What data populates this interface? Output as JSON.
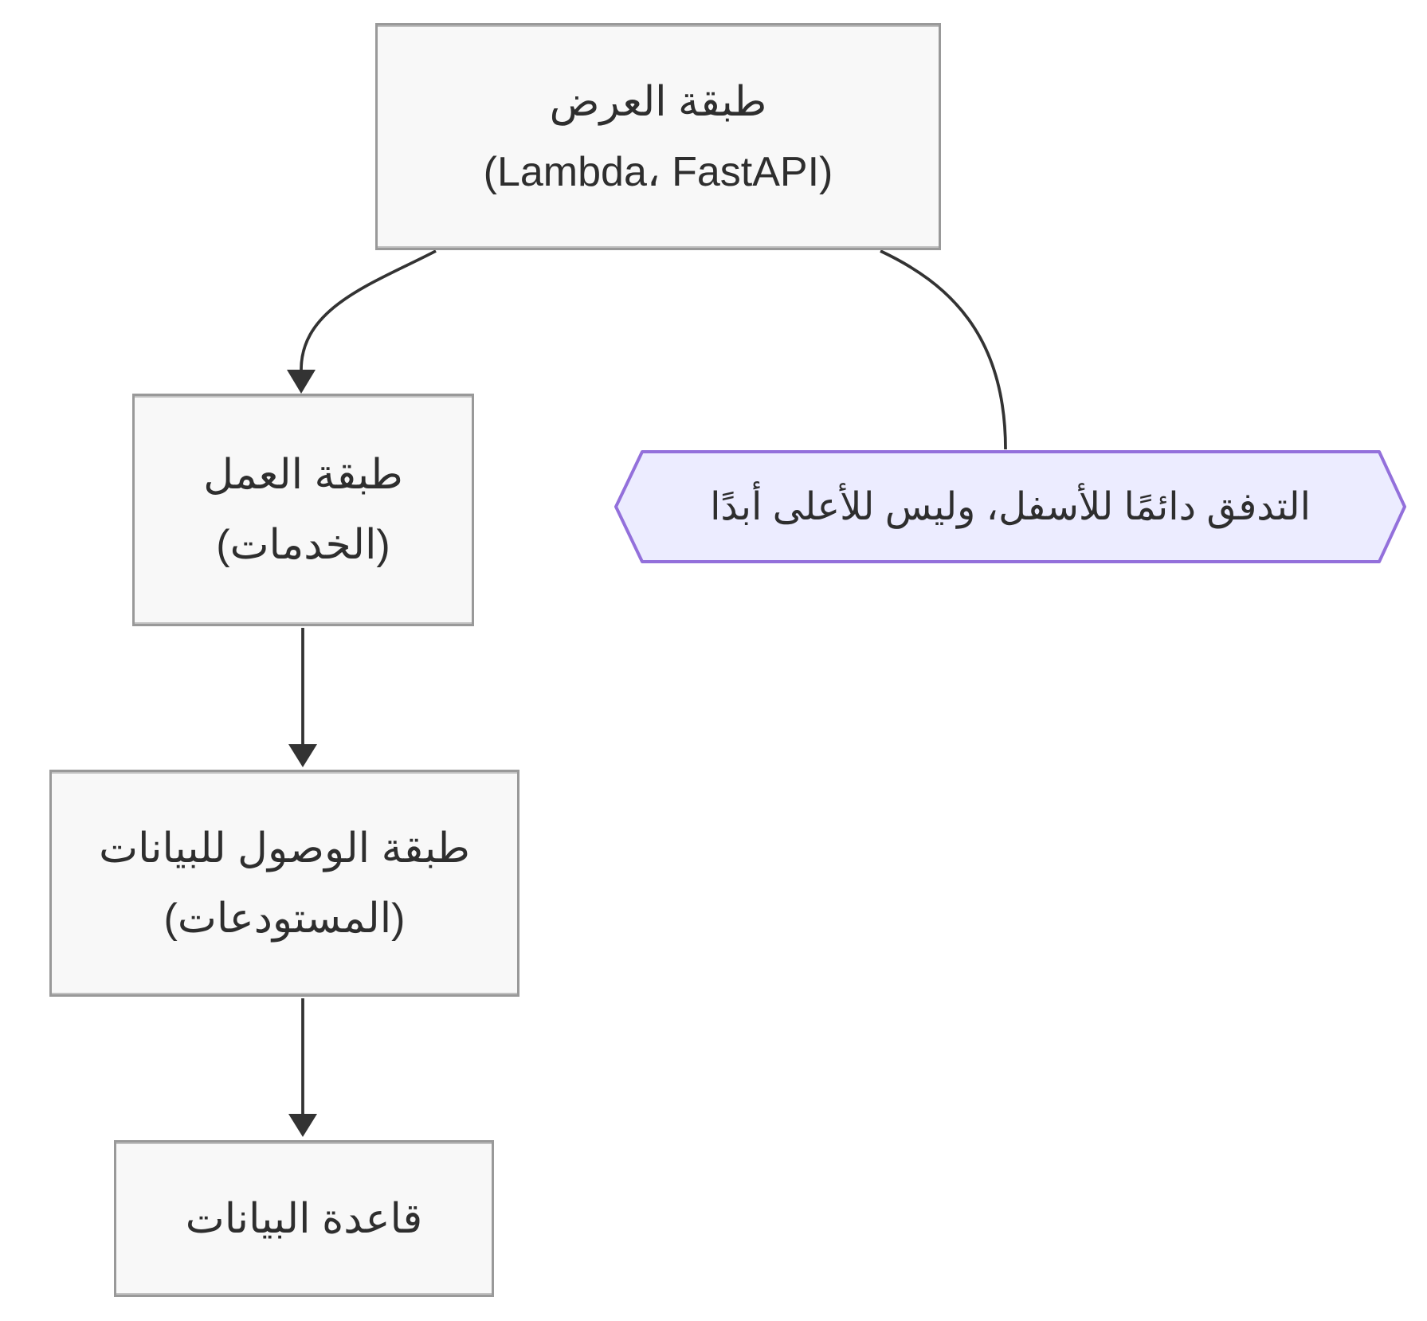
{
  "diagram": {
    "direction": "rtl",
    "nodes": [
      {
        "id": "presentation",
        "lines": [
          "طبقة العرض",
          "(Lambda، FastAPI)"
        ]
      },
      {
        "id": "business",
        "lines": [
          "طبقة العمل",
          "(الخدمات)"
        ]
      },
      {
        "id": "data-access",
        "lines": [
          "طبقة الوصول للبيانات",
          "(المستودعات)"
        ]
      },
      {
        "id": "database",
        "lines": [
          "قاعدة البيانات"
        ]
      }
    ],
    "note": {
      "shape": "hexagon",
      "text": "التدفق دائمًا للأسفل، وليس للأعلى أبدًا"
    },
    "edges": [
      {
        "from": "presentation",
        "to": "business",
        "arrowhead": true
      },
      {
        "from": "presentation",
        "to": "note",
        "arrowhead": false
      },
      {
        "from": "business",
        "to": "data-access",
        "arrowhead": true
      },
      {
        "from": "data-access",
        "to": "database",
        "arrowhead": true
      }
    ],
    "colors": {
      "canvas_bg": "#ffffff",
      "node_fill": "#f8f8f8",
      "node_border": "#999999",
      "node_text": "#2e2e2e",
      "note_fill": "#ECECFF",
      "note_border": "#9370DB",
      "arrow": "#333333"
    }
  }
}
